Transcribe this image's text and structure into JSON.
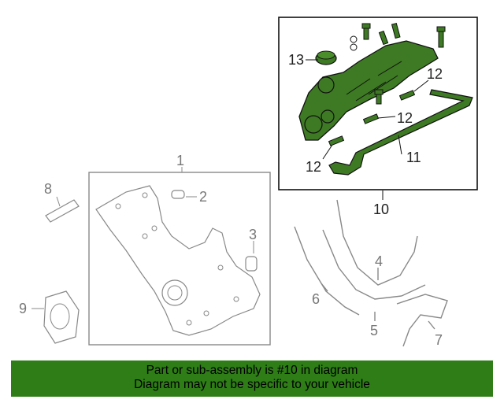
{
  "callouts": {
    "c1": "1",
    "c2": "2",
    "c3": "3",
    "c4": "4",
    "c5": "5",
    "c6": "6",
    "c7": "7",
    "c8": "8",
    "c9": "9",
    "c10": "10",
    "c11": "11",
    "c12a": "12",
    "c12b": "12",
    "c12c": "12",
    "c13": "13"
  },
  "banner": {
    "line1": "Part or sub-assembly is #10 in diagram",
    "line2": "Diagram may not be specific to your vehicle"
  },
  "colors": {
    "highlight": "#2e7d17",
    "part_fill": "#3d7a23",
    "outline": "#1a1a1a",
    "faded_outline": "#888888"
  }
}
